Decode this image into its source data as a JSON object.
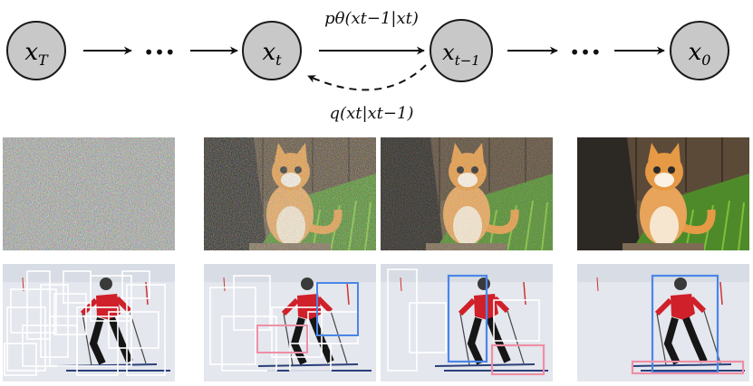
{
  "chain": {
    "nodes": [
      {
        "id": "xT",
        "base": "x",
        "sub": "T"
      },
      {
        "id": "xt",
        "base": "x",
        "sub": "t"
      },
      {
        "id": "xt1",
        "base": "x",
        "sub": "t−1"
      },
      {
        "id": "x0",
        "base": "x",
        "sub": "0"
      }
    ],
    "ellipsis": "•••",
    "reverse_label": "pθ(xt−1|xt)",
    "forward_label": "q(xt|xt−1)"
  },
  "colors": {
    "node_fill": "#c8c8c8",
    "node_stroke": "#1a1a1a",
    "arrow": "#111111",
    "box_white": "#ffffff",
    "box_blue": "#4a86e8",
    "box_pink": "#ee8fa6",
    "snow": "#e9ecf2",
    "jacket": "#d0202a"
  },
  "panels": {
    "noise_levels": [
      1.0,
      0.55,
      0.35,
      0.0
    ],
    "detection_stages": [
      {
        "white_boxes": 14,
        "blue_boxes": 0,
        "pink_boxes": 0
      },
      {
        "white_boxes": 6,
        "blue_boxes": 1,
        "pink_boxes": 1
      },
      {
        "white_boxes": 3,
        "blue_boxes": 1,
        "pink_boxes": 1
      },
      {
        "white_boxes": 0,
        "blue_boxes": 1,
        "pink_boxes": 1
      }
    ]
  }
}
